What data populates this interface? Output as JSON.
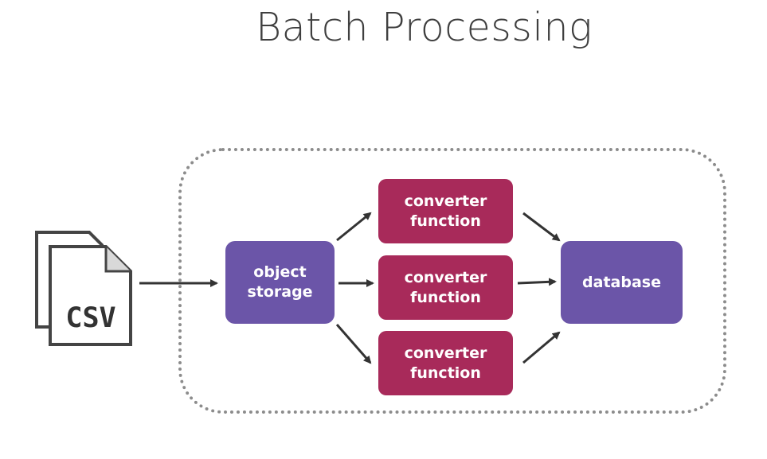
{
  "title": "Batch Processing",
  "input": {
    "label": "CSV",
    "icon": "csv-files-icon"
  },
  "nodes": {
    "object_storage": "object\nstorage",
    "converter_1": "converter\nfunction",
    "converter_2": "converter\nfunction",
    "converter_3": "converter\nfunction",
    "database": "database"
  },
  "colors": {
    "storage_and_db": "#6b55a8",
    "converter": "#a82a5a",
    "title_text": "#3f3f3f",
    "boundary": "#8c8c8c",
    "arrow": "#333333"
  }
}
